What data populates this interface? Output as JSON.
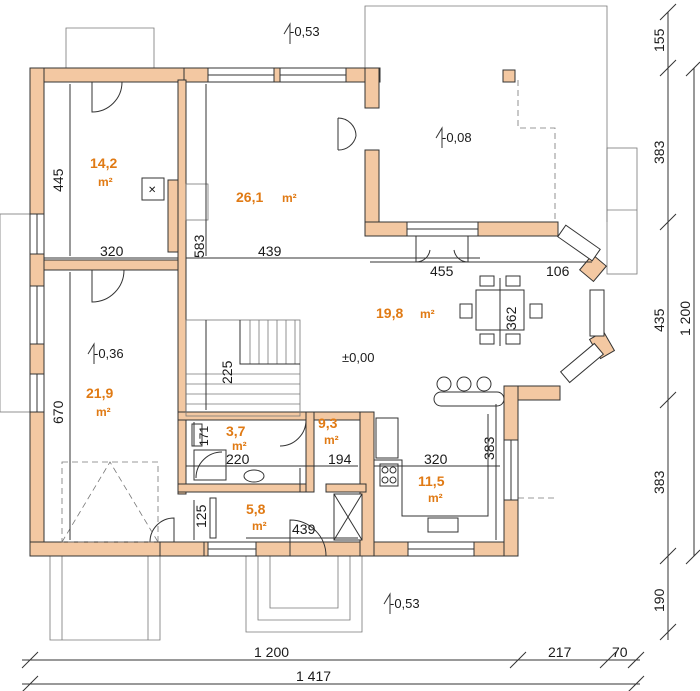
{
  "rooms": [
    {
      "id": "left-top",
      "area": "14,2",
      "unit": "m²"
    },
    {
      "id": "living",
      "area": "26,1",
      "unit": "m²"
    },
    {
      "id": "hall",
      "area": "19,8",
      "unit": "m²"
    },
    {
      "id": "garage",
      "area": "21,9",
      "unit": "m²"
    },
    {
      "id": "bathroom",
      "area": "3,7",
      "unit": "m²"
    },
    {
      "id": "storage",
      "area": "9,3",
      "unit": "m²"
    },
    {
      "id": "vestibule",
      "area": "5,8",
      "unit": "m²"
    },
    {
      "id": "kitchen",
      "area": "11,5",
      "unit": "m²"
    }
  ],
  "levels": {
    "top": "-0,53",
    "terrace": "-0,08",
    "garage": "-0,36",
    "floor": "±0,00",
    "entrance": "-0,53"
  },
  "inner_dims": {
    "d445": "445",
    "d320a": "320",
    "d583": "583",
    "d439a": "439",
    "d455": "455",
    "d106": "106",
    "d362": "362",
    "d225": "225",
    "d670": "670",
    "d171": "171",
    "d220": "220",
    "d194": "194",
    "d320b": "320",
    "d383i": "383",
    "d125": "125",
    "d439b": "439"
  },
  "right_dims": [
    "155",
    "383",
    "435",
    "383",
    "190"
  ],
  "right_total": "1 200",
  "bottom_dims": {
    "d1200": "1 200",
    "d217": "217",
    "d70": "70",
    "d1417": "1 417"
  }
}
